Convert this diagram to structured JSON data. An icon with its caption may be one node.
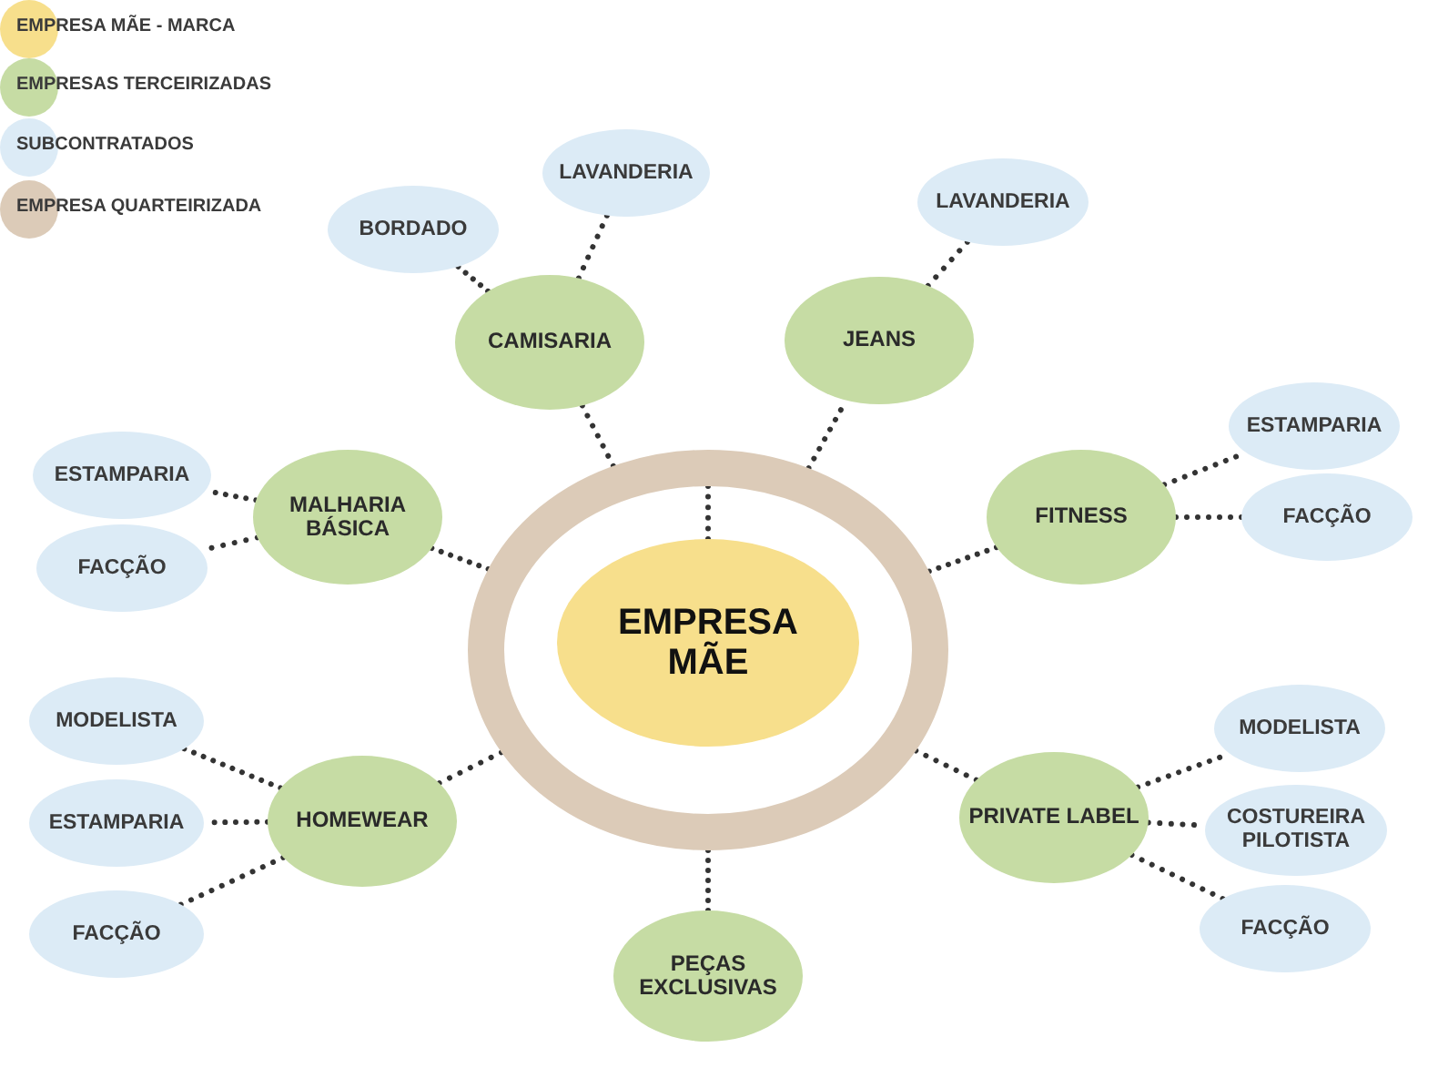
{
  "diagram": {
    "nodes": [
      {
        "text": [],
        "shape": "circle"
      },
      {
        "text": [
          "EMPRESA MÃE"
        ],
        "in": 0
      },
      {
        "text": [
          "CAMISARIA"
        ]
      },
      {
        "text": [
          "JEANS"
        ]
      },
      {
        "text": [
          "MALHARIA BÁSICA"
        ]
      },
      {
        "text": [
          "FITNESS"
        ]
      },
      {
        "text": [
          "HOMEWEAR"
        ]
      },
      {
        "text": [
          "PRIVATE LABEL"
        ]
      },
      {
        "text": [
          "PEÇAS EXCLUSIVAS"
        ]
      },
      {
        "text": [
          "LAVANDERIA"
        ]
      },
      {
        "text": [
          "BORDADO"
        ]
      },
      {
        "text": [
          "LAVANDERIA"
        ]
      },
      {
        "text": [
          "ESTAMPARIA"
        ]
      },
      {
        "text": [
          "FACÇÃO"
        ]
      },
      {
        "text": [
          "ESTAMPARIA"
        ]
      },
      {
        "text": [
          "FACÇÃO"
        ]
      },
      {
        "text": [
          "MODELISTA"
        ]
      },
      {
        "text": [
          "ESTAMPARIA"
        ]
      },
      {
        "text": [
          "FACÇÃO"
        ]
      },
      {
        "text": [
          "MODELISTA"
        ]
      },
      {
        "text": [
          "COSTUREIRA PILOTISTA"
        ]
      },
      {
        "text": [
          "FACÇÃO"
        ]
      }
    ],
    "edges": [
      {
        "from": 1,
        "to": 0,
        "arrow": "none"
      },
      {
        "from": 0,
        "to": 2,
        "arrow": "none"
      },
      {
        "from": 0,
        "to": 3,
        "arrow": "none"
      },
      {
        "from": 0,
        "to": 4,
        "arrow": "none"
      },
      {
        "from": 0,
        "to": 5,
        "arrow": "none"
      },
      {
        "from": 0,
        "to": 6,
        "arrow": "none"
      },
      {
        "from": 0,
        "to": 7,
        "arrow": "none"
      },
      {
        "from": 0,
        "to": 8,
        "arrow": "none"
      },
      {
        "from": 2,
        "to": 9,
        "arrow": "none"
      },
      {
        "from": 2,
        "to": 10,
        "arrow": "none"
      },
      {
        "from": 3,
        "to": 11,
        "arrow": "none"
      },
      {
        "from": 4,
        "to": 12,
        "arrow": "none"
      },
      {
        "from": 4,
        "to": 13,
        "arrow": "none"
      },
      {
        "from": 5,
        "to": 14,
        "arrow": "none"
      },
      {
        "from": 5,
        "to": 15,
        "arrow": "none"
      },
      {
        "from": 6,
        "to": 16,
        "arrow": "none"
      },
      {
        "from": 6,
        "to": 17,
        "arrow": "none"
      },
      {
        "from": 6,
        "to": 18,
        "arrow": "none"
      },
      {
        "from": 7,
        "to": 19,
        "arrow": "none"
      },
      {
        "from": 7,
        "to": 20,
        "arrow": "none"
      },
      {
        "from": 7,
        "to": 21,
        "arrow": "none"
      }
    ],
    "legend": [
      {
        "text": "EMPRESA MÃE - MARCA",
        "color": "#f7df8c"
      },
      {
        "text": "EMPRESAS TERCEIRIZADAS",
        "color": "#c6dca4"
      },
      {
        "text": "SUBCONTRATADOS",
        "color": "#dcebf6"
      },
      {
        "text": "EMPRESA QUARTEIRIZADA",
        "color": "#dccbb8"
      }
    ]
  }
}
